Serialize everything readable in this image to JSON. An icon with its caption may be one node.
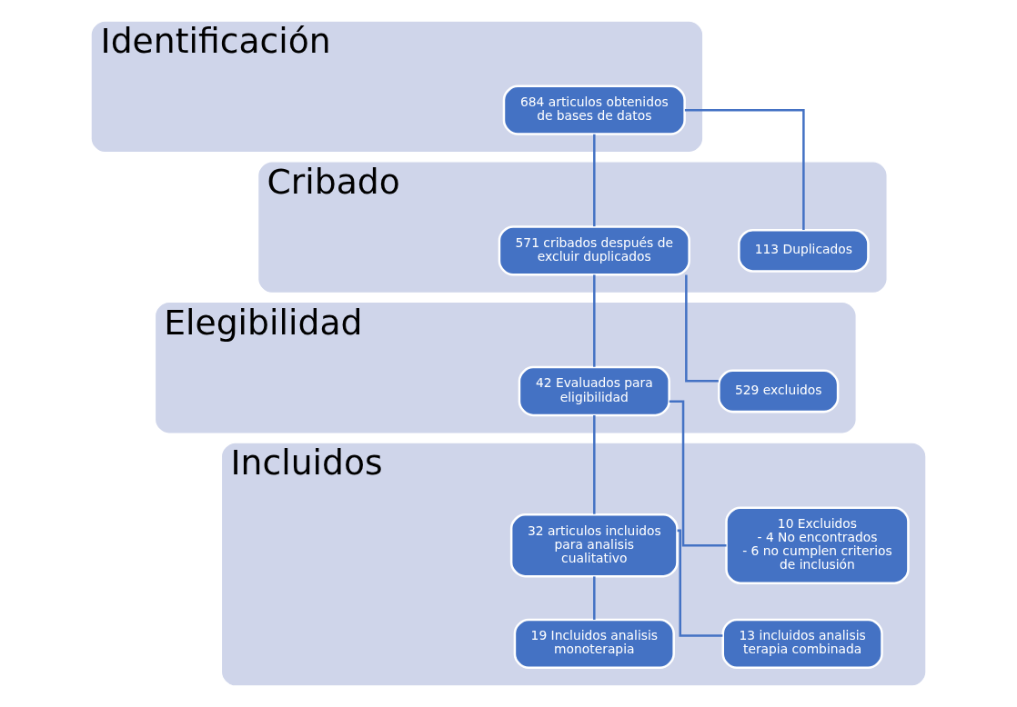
{
  "diagram": {
    "nodes": [
      {
        "text": [
          "Identificación"
        ]
      },
      {
        "text": [
          "684 articulos obtenidos de bases de datos"
        ],
        "in": 0
      },
      {
        "text": [
          "Cribado"
        ]
      },
      {
        "text": [
          "571 cribados después de excluir duplicados"
        ],
        "in": 2
      },
      {
        "text": [
          "113 Duplicados"
        ],
        "in": 2
      },
      {
        "text": [
          "Elegibilidad"
        ]
      },
      {
        "text": [
          "42 Evaluados para eligibilidad"
        ],
        "in": 5
      },
      {
        "text": [
          "529 excluidos"
        ],
        "in": 5
      },
      {
        "text": [
          "Incluidos"
        ]
      },
      {
        "text": [
          "32 articulos incluidos para analisis cualitativo"
        ],
        "in": 8
      },
      {
        "text": [
          "10 Excluidos",
          "- 4 No encontrados",
          "- 6 no cumplen criterios de inclusión"
        ],
        "in": 8
      },
      {
        "text": [
          "19 Incluidos analisis monoterapia"
        ],
        "in": 8
      },
      {
        "text": [
          "13 incluidos analisis terapia combinada"
        ],
        "in": 8
      }
    ],
    "edges": [
      {
        "from": 1,
        "to": 3,
        "arrow": "none"
      },
      {
        "from": 1,
        "to": 4,
        "arrow": "none"
      },
      {
        "from": 3,
        "to": 6,
        "arrow": "none"
      },
      {
        "from": 3,
        "to": 7,
        "arrow": "none"
      },
      {
        "from": 6,
        "to": 9,
        "arrow": "none"
      },
      {
        "from": 6,
        "to": 10,
        "arrow": "none"
      },
      {
        "from": 9,
        "to": 11,
        "arrow": "none"
      },
      {
        "from": 9,
        "to": 12,
        "arrow": "none"
      }
    ]
  }
}
